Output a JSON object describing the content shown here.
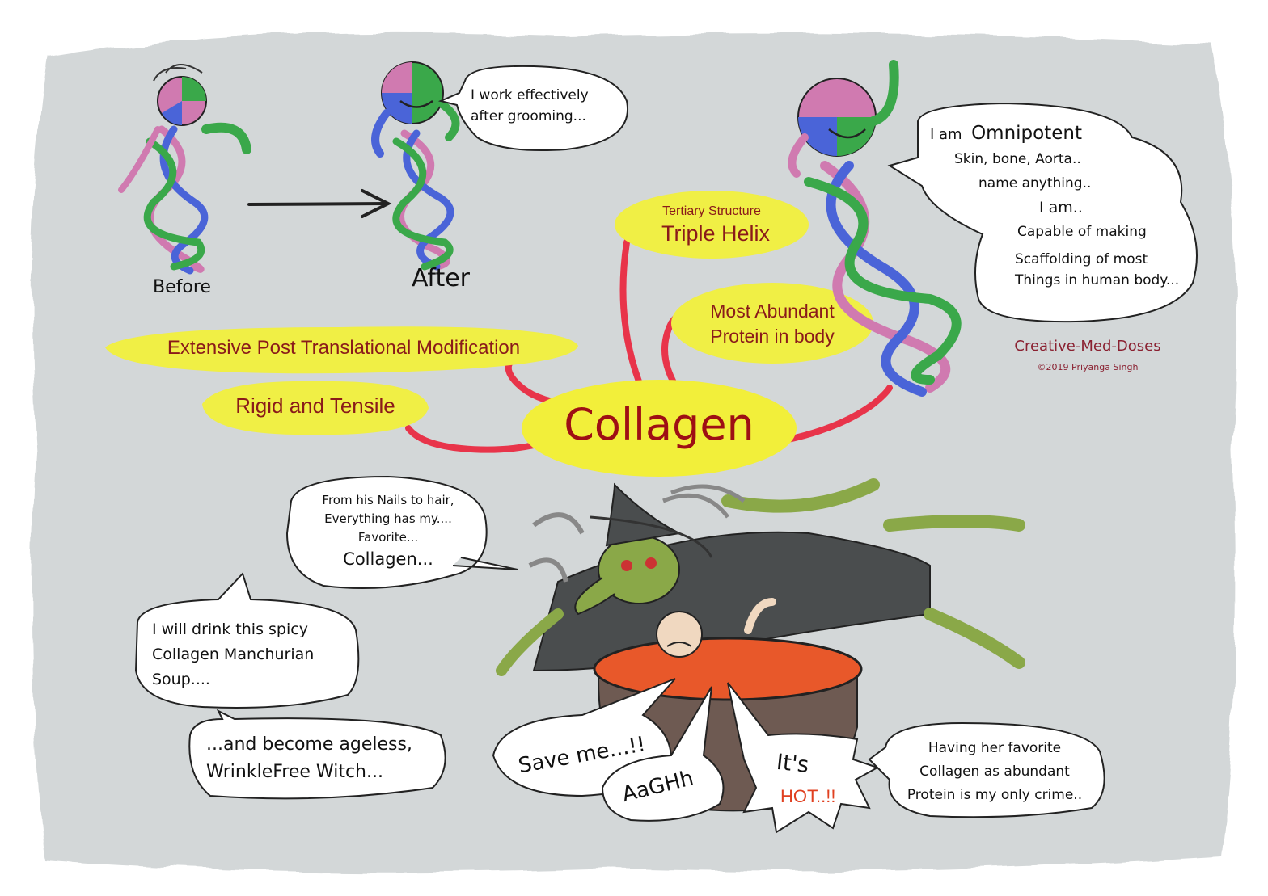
{
  "center": {
    "label": "Collagen"
  },
  "top_left": {
    "before_label": "Before",
    "after_label": "After",
    "bubble_lines": [
      "I work effectively",
      "after grooming..."
    ]
  },
  "yellow_notes": {
    "tertiary_caption": "Tertiary Structure",
    "tertiary_title": "Triple Helix",
    "abundant_lines": [
      "Most Abundant",
      "Protein in body"
    ],
    "modification": "Extensive Post Translational Modification",
    "rigid": "Rigid and Tensile"
  },
  "omnipotent_bubble": {
    "prefix": "I am",
    "title": "Omnipotent",
    "lines": [
      "Skin, bone, Aorta..",
      "name anything..",
      "I am..",
      "Capable of making",
      "Scaffolding of most",
      "Things in human body..."
    ]
  },
  "credits": {
    "brand": "Creative-Med-Doses",
    "copyright": "©2019 Priyanga Singh"
  },
  "witch_bubbles": {
    "nails_lines": [
      "From his Nails to hair,",
      "Everything has my....",
      "Favorite..."
    ],
    "nails_emphasis": "Collagen...",
    "drink_lines": [
      "I will drink this spicy",
      "Collagen Manchurian",
      "Soup...."
    ],
    "ageless_lines": [
      "...and become ageless,",
      "WrinkleFree Witch..."
    ]
  },
  "victim_bubbles": {
    "save": "Save me...!!",
    "aaghh": "AaGHh",
    "its": "It's",
    "hot": "HOT..!!",
    "crime_lines": [
      "Having her favorite",
      "Collagen as abundant",
      "Protein is my only crime.."
    ]
  },
  "colors": {
    "paper": "#d3d7d8",
    "yellow": "#f0ef45",
    "center_yellow": "#f2ef3a",
    "red_text": "#9e0f14",
    "brand": "#8a2030",
    "ribbon_green": "#3aa84a",
    "ribbon_pink": "#d07ab0",
    "ribbon_blue": "#4a64d8",
    "witch_green": "#8aa848",
    "cloak": "#4a4d4e",
    "soup": "#e8582a",
    "pot": "#6e5a52",
    "connector": "#e8344a"
  }
}
